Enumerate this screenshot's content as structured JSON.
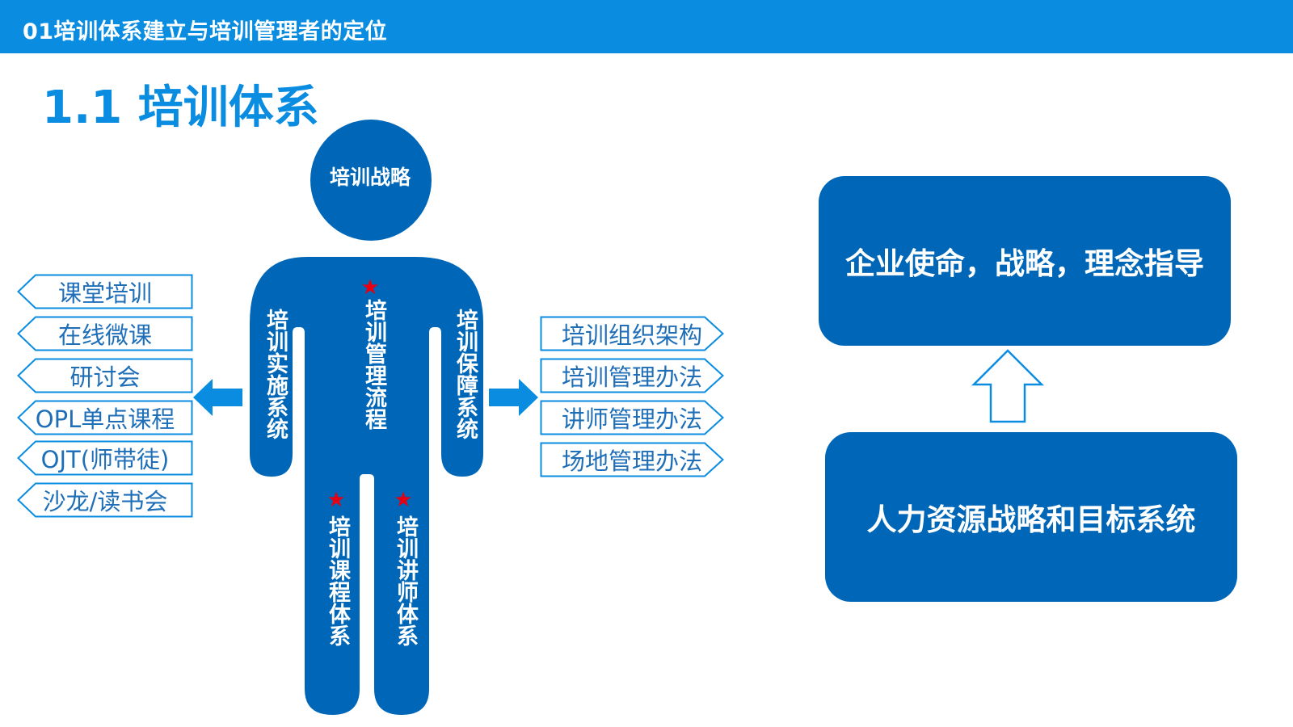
{
  "header": {
    "title": "01培训体系建立与培训管理者的定位"
  },
  "section": {
    "heading": "1.1 培训体系"
  },
  "figure": {
    "head": "培训战略",
    "left_arm": "培训实施系统",
    "torso": "培训管理流程",
    "right_arm": "培训保障系统",
    "left_leg": "培训课程体系",
    "right_leg": "培训讲师体系",
    "star_symbol": "★",
    "star_color": "#e60012",
    "body_color": "#0067b8"
  },
  "implementation_items": [
    "课堂培训",
    "在线微课",
    "研讨会",
    "OPL单点课程",
    "OJT(师带徒)",
    "沙龙/读书会"
  ],
  "support_items": [
    "培训组织架构",
    "培训管理办法",
    "讲师管理办法",
    "场地管理办法"
  ],
  "hierarchy": {
    "top": "企业使命，战略，理念指导",
    "bottom": "人力资源战略和目标系统"
  },
  "colors": {
    "header_bg": "#0a8de1",
    "accent": "#0a8de1",
    "tag_text": "#1f6fb8"
  }
}
